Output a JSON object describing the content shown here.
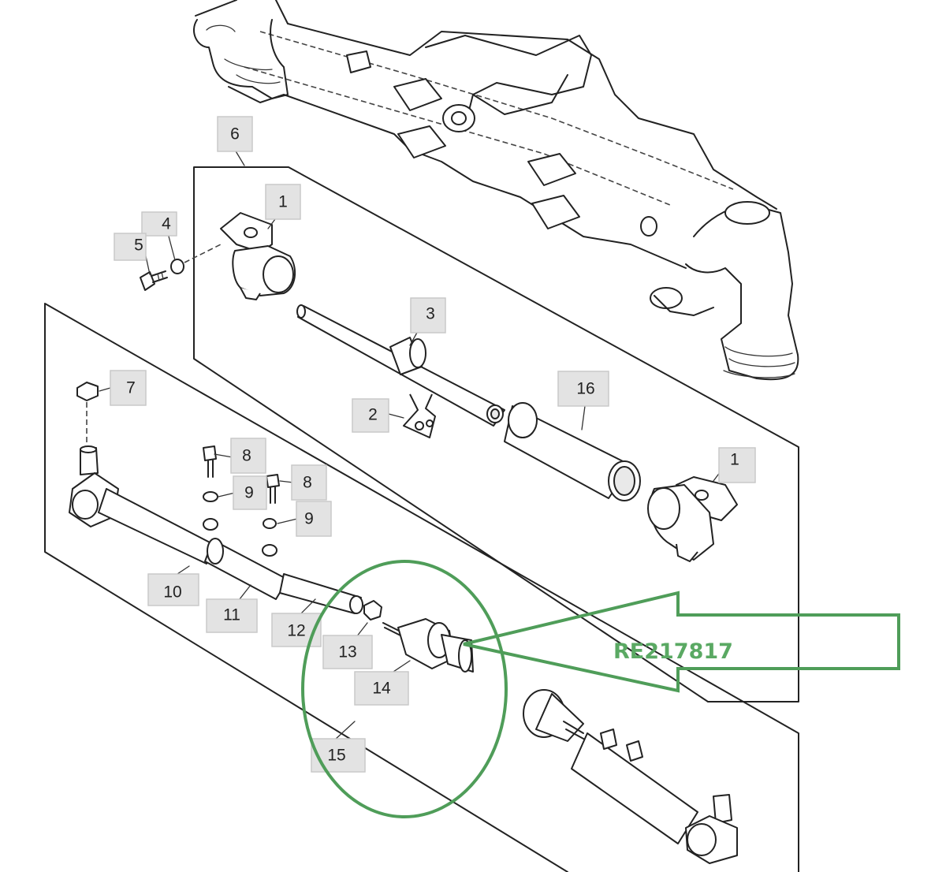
{
  "callouts": [
    {
      "id": "c6",
      "label": "6"
    },
    {
      "id": "c1a",
      "label": "1"
    },
    {
      "id": "c4",
      "label": "4"
    },
    {
      "id": "c5",
      "label": "5"
    },
    {
      "id": "c3",
      "label": "3"
    },
    {
      "id": "c7",
      "label": "7"
    },
    {
      "id": "c16",
      "label": "16"
    },
    {
      "id": "c2",
      "label": "2"
    },
    {
      "id": "c8a",
      "label": "8"
    },
    {
      "id": "c1b",
      "label": "1"
    },
    {
      "id": "c8b",
      "label": "8"
    },
    {
      "id": "c9a",
      "label": "9"
    },
    {
      "id": "c9b",
      "label": "9"
    },
    {
      "id": "c10",
      "label": "10"
    },
    {
      "id": "c11",
      "label": "11"
    },
    {
      "id": "c12",
      "label": "12"
    },
    {
      "id": "c13",
      "label": "13"
    },
    {
      "id": "c14",
      "label": "14"
    },
    {
      "id": "c15",
      "label": "15"
    }
  ],
  "highlight": {
    "part_number": "RE217817",
    "color": "#4f9d59"
  },
  "colors": {
    "line": "#222222",
    "callout_fill": "#e3e3e3",
    "background": "#ffffff"
  }
}
